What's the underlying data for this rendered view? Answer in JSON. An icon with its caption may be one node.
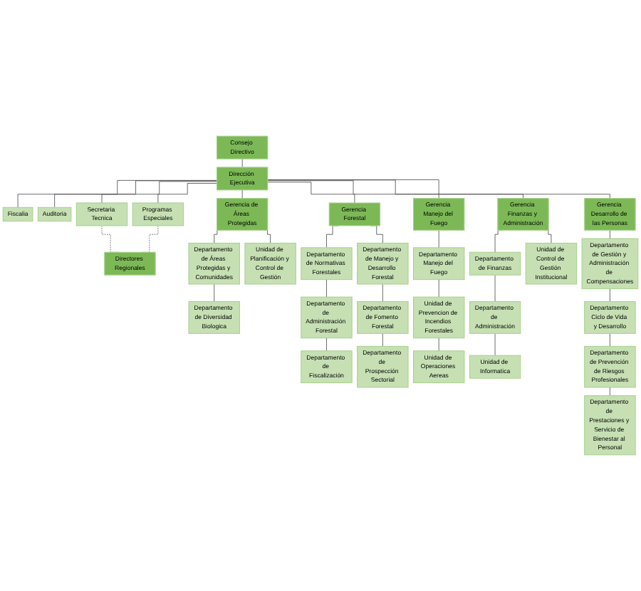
{
  "diagram": {
    "nodes": [
      {
        "text": [
          "Consejo Directivo"
        ]
      },
      {
        "text": [
          "Dirección Ejecutiva"
        ]
      },
      {
        "text": [
          "Fiscalia"
        ]
      },
      {
        "text": [
          "Auditoria"
        ]
      },
      {
        "text": [
          "Secretaria Tecnica"
        ]
      },
      {
        "text": [
          "Programas Especiales"
        ]
      },
      {
        "text": [
          "Directores Regionales"
        ]
      },
      {
        "text": [
          "Gerencia de Áreas Protegidas"
        ]
      },
      {
        "text": [
          "Gerencia Forestal"
        ]
      },
      {
        "text": [
          "Gerencia Manejo del Fuego"
        ]
      },
      {
        "text": [
          "Gerencia Finanzas y Administración"
        ]
      },
      {
        "text": [
          "Gerencia Desarrollo de las Personas"
        ]
      },
      {
        "text": [
          "Departamento de Áreas Protegidas y Comunidades"
        ]
      },
      {
        "text": [
          "Departamento de Diversidad Biologica"
        ]
      },
      {
        "text": [
          "Unidad de Planificación y Control de Gestión"
        ]
      },
      {
        "text": [
          "Departamento de Normativas Forestales"
        ]
      },
      {
        "text": [
          "Departamento de Manejo y Desarrollo Forestal"
        ]
      },
      {
        "text": [
          "Departamento de Administración Forestal"
        ]
      },
      {
        "text": [
          "Departamento de Fomento Forestal"
        ]
      },
      {
        "text": [
          "Departamento de Fiscalización"
        ]
      },
      {
        "text": [
          "Departamento de Prospección Sectorial"
        ]
      },
      {
        "text": [
          "Departamento Manejo del Fuego"
        ]
      },
      {
        "text": [
          "Unidad de Prevencion de Incendios Forestales"
        ]
      },
      {
        "text": [
          "Unidad de Operaciones Aereas"
        ]
      },
      {
        "text": [
          "Departamento de Finanzas"
        ]
      },
      {
        "text": [
          "Departamento de Administración"
        ]
      },
      {
        "text": [
          "Unidad de Informatica"
        ]
      },
      {
        "text": [
          "Unidad de Control de Gestión Institucional"
        ]
      },
      {
        "text": [
          "Departamento de Gestión y Administración de Compensaciones"
        ]
      },
      {
        "text": [
          "Departamento Ciclo de Vida y Desarrollo"
        ]
      },
      {
        "text": [
          "Departamento de Prevención de Riesgos Profesionales"
        ]
      },
      {
        "text": [
          "Departamento de Prestaciones y Servicio de Bienestar al Personal"
        ]
      }
    ],
    "edges": [
      {
        "from": 0,
        "to": 1,
        "arrow": "none"
      },
      {
        "from": 1,
        "to": 2,
        "arrow": "none"
      },
      {
        "from": 1,
        "to": 3,
        "arrow": "none"
      },
      {
        "from": 1,
        "to": 4,
        "arrow": "none"
      },
      {
        "from": 1,
        "to": 5,
        "arrow": "none"
      },
      {
        "from": 4,
        "to": 6,
        "arrow": "none",
        "style": "dashed"
      },
      {
        "from": 5,
        "to": 6,
        "arrow": "none",
        "style": "dashed"
      },
      {
        "from": 1,
        "to": 7,
        "arrow": "none"
      },
      {
        "from": 1,
        "to": 8,
        "arrow": "none"
      },
      {
        "from": 1,
        "to": 9,
        "arrow": "none"
      },
      {
        "from": 1,
        "to": 10,
        "arrow": "none"
      },
      {
        "from": 1,
        "to": 11,
        "arrow": "none"
      },
      {
        "from": 7,
        "to": 12,
        "arrow": "none"
      },
      {
        "from": 12,
        "to": 13,
        "arrow": "none"
      },
      {
        "from": 7,
        "to": 14,
        "arrow": "none"
      },
      {
        "from": 8,
        "to": 15,
        "arrow": "none"
      },
      {
        "from": 8,
        "to": 16,
        "arrow": "none"
      },
      {
        "from": 15,
        "to": 17,
        "arrow": "none"
      },
      {
        "from": 16,
        "to": 18,
        "arrow": "none"
      },
      {
        "from": 17,
        "to": 19,
        "arrow": "none"
      },
      {
        "from": 18,
        "to": 20,
        "arrow": "none"
      },
      {
        "from": 9,
        "to": 21,
        "arrow": "none"
      },
      {
        "from": 21,
        "to": 22,
        "arrow": "none"
      },
      {
        "from": 22,
        "to": 23,
        "arrow": "none"
      },
      {
        "from": 10,
        "to": 24,
        "arrow": "none"
      },
      {
        "from": 24,
        "to": 25,
        "arrow": "none"
      },
      {
        "from": 25,
        "to": 26,
        "arrow": "none"
      },
      {
        "from": 10,
        "to": 27,
        "arrow": "none"
      },
      {
        "from": 11,
        "to": 28,
        "arrow": "none"
      },
      {
        "from": 28,
        "to": 29,
        "arrow": "none"
      },
      {
        "from": 29,
        "to": 30,
        "arrow": "none"
      },
      {
        "from": 30,
        "to": 31,
        "arrow": "none"
      }
    ]
  }
}
